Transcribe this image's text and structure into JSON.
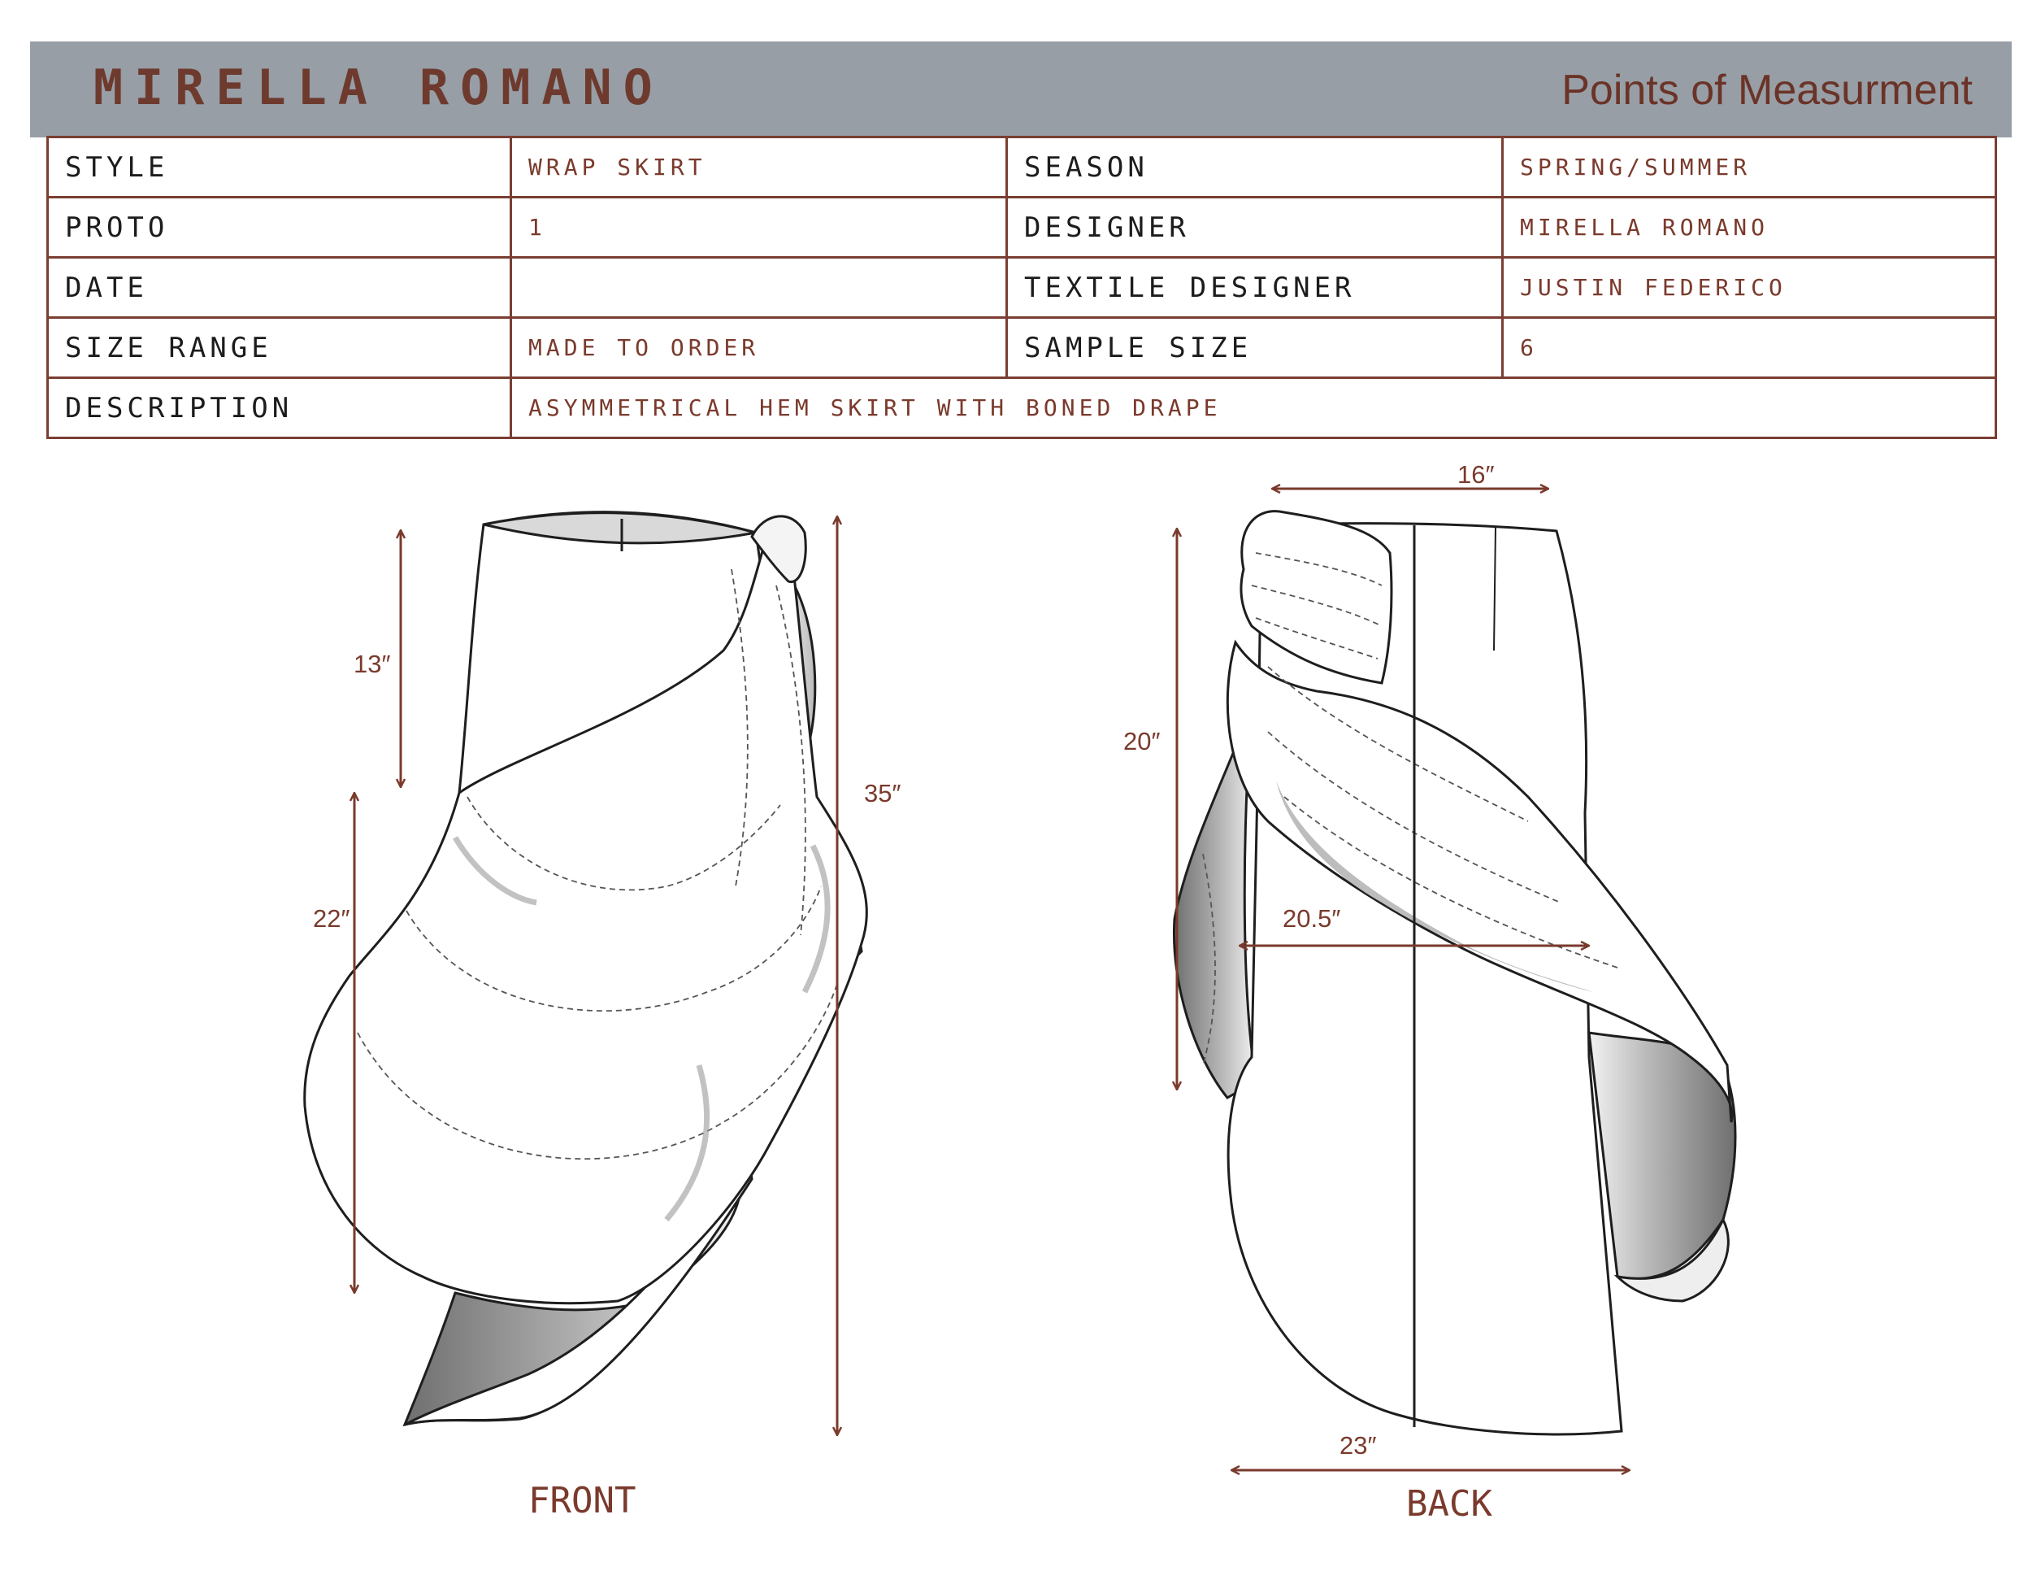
{
  "header": {
    "brand": "MIRELLA ROMANO",
    "title": "Points of Measurment"
  },
  "spec": {
    "style_label": "STYLE",
    "style_value": "WRAP SKIRT",
    "season_label": "SEASON",
    "season_value": "SPRING/SUMMER",
    "proto_label": "PROTO",
    "proto_value": "1",
    "designer_label": "DESIGNER",
    "designer_value": "MIRELLA ROMANO",
    "date_label": "DATE",
    "date_value": "",
    "textile_label": "TEXTILE DESIGNER",
    "textile_value": "JUSTIN FEDERICO",
    "size_range_label": "SIZE RANGE",
    "size_range_value": "MADE TO ORDER",
    "sample_size_label": "SAMPLE SIZE",
    "sample_size_value": "6",
    "description_label": "DESCRIPTION",
    "description_value": "ASYMMETRICAL HEM SKIRT WITH BONED DRAPE"
  },
  "front": {
    "label": "FRONT",
    "dims": {
      "upper_drop": "13″",
      "drape_length": "22″",
      "total_length": "35″"
    }
  },
  "back": {
    "label": "BACK",
    "dims": {
      "waist": "16″",
      "side_length": "20″",
      "hip": "20.5″",
      "hem": "23″"
    }
  },
  "colors": {
    "header_bg": "#979ea6",
    "accent": "#7a3a2c",
    "line": "#1e1e1e"
  }
}
